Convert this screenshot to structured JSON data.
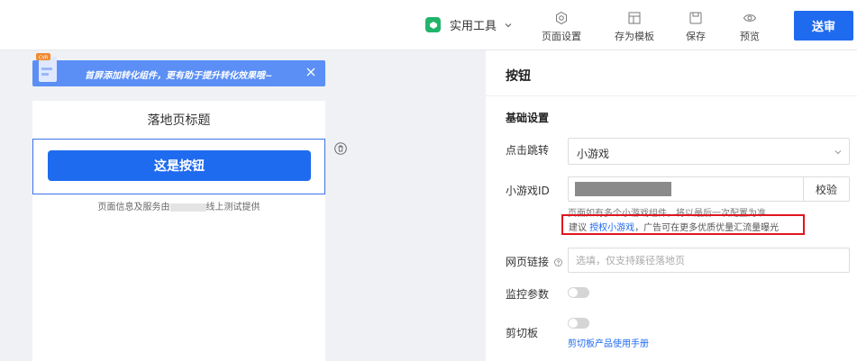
{
  "topbar": {
    "tool_menu": {
      "label": "实用工具",
      "icon": "app-icon",
      "accent": "#23b36b"
    },
    "actions": [
      {
        "label": "页面设置",
        "icon": "hexagon-settings-icon"
      },
      {
        "label": "存为模板",
        "icon": "template-icon"
      },
      {
        "label": "保存",
        "icon": "save-icon"
      },
      {
        "label": "预览",
        "icon": "eye-icon"
      }
    ],
    "submit_label": "送审",
    "submit_color": "#1f6bef"
  },
  "banner": {
    "text": "首屏添加转化组件，更有助于提升转化效果哦~",
    "color": "#5b8ff5"
  },
  "preview": {
    "page_title": "落地页标题",
    "button_label": "这是按钮",
    "footnote_before": "页面信息及服务由",
    "footnote_after": "线上测试提供"
  },
  "panel": {
    "title": "按钮",
    "section_title": "基础设置",
    "click_jump": {
      "label": "点击跳转",
      "value": "小游戏"
    },
    "game_id": {
      "label": "小游戏ID",
      "verify_label": "校验"
    },
    "hint": "页面如有多个小游戏组件，将以最后一次配置为准",
    "notice": {
      "prefix": "建议",
      "link": "授权小游戏",
      "suffix": "，广告可在更多优质优量汇流量曝光"
    },
    "web_link": {
      "label": "网页链接",
      "placeholder": "选填，仅支持蹊径落地页"
    },
    "monitor": {
      "label": "监控参数"
    },
    "clipboard": {
      "label": "剪切板",
      "manual_link": "剪切板产品使用手册"
    }
  }
}
